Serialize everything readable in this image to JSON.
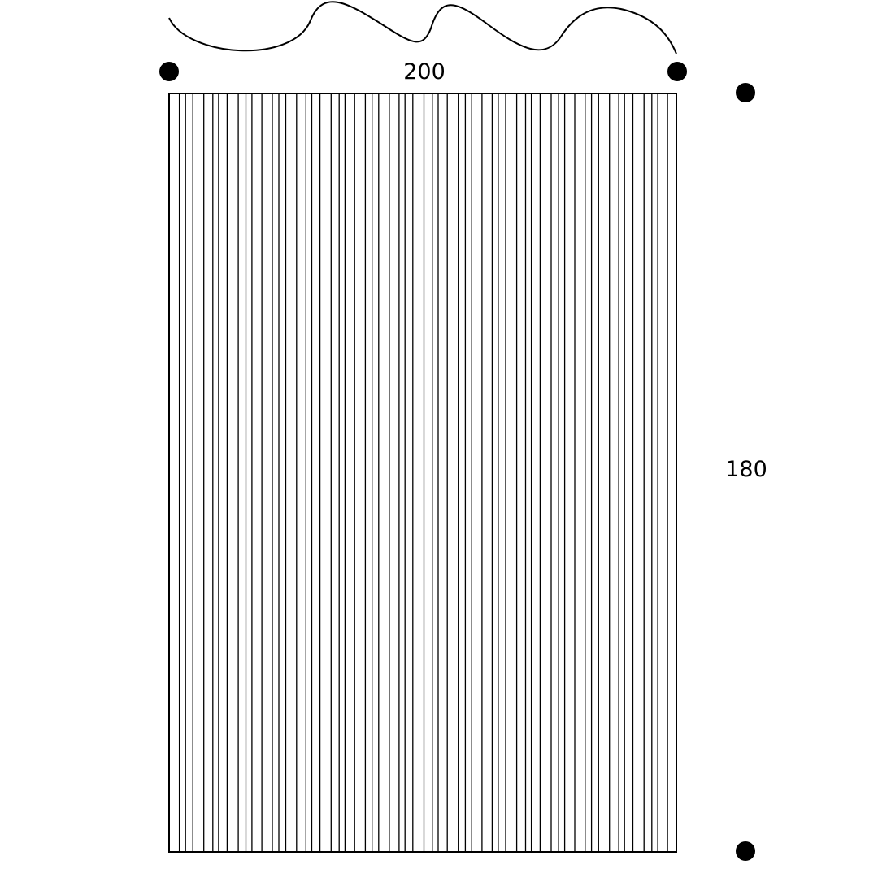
{
  "diagram": {
    "width_label": "200",
    "height_label": "180",
    "panel": {
      "stroke_color": "#000000",
      "background": "#ffffff",
      "slats": 60
    },
    "marker_color": "#000000",
    "wave_color": "#000000"
  }
}
